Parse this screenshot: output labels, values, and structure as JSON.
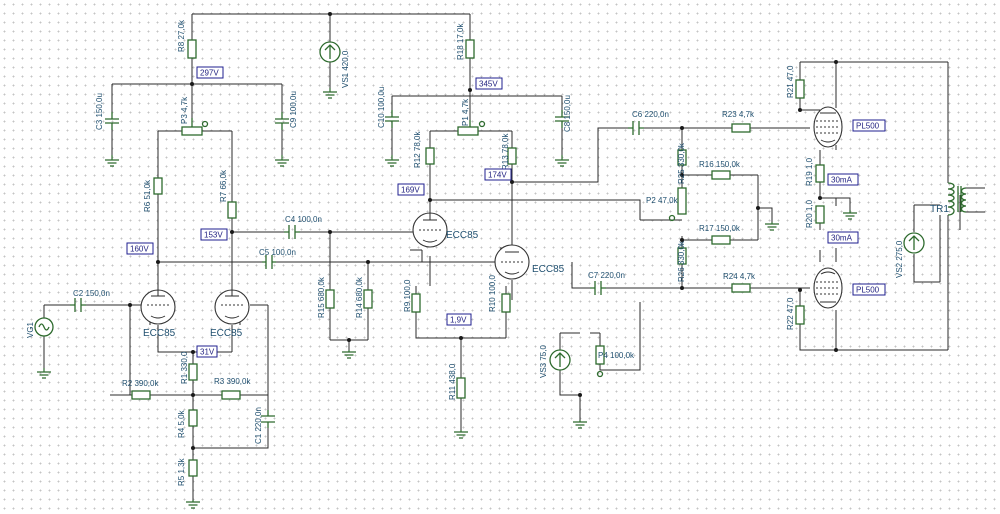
{
  "resistors": {
    "r1": "R1 330,0",
    "r2": "R2 390,0k",
    "r3": "R3 390,0k",
    "r4": "R4 5,0k",
    "r5": "R5 1,3k",
    "r6": "R6 51,0k",
    "r7": "R7 66,0k",
    "r8": "R8 27,0k",
    "r9": "R9 100,0",
    "r10": "R10 100,0",
    "r11": "R11 438,0",
    "r12": "R12 78,0k",
    "r13": "R13 78,0k",
    "r14": "R14 680,0k",
    "r15": "R15 680,0k",
    "r16": "R16 150,0k",
    "r17": "R17 150,0k",
    "r18": "R18 17,0k",
    "r19": "R19 1,0",
    "r20": "R20 1,0",
    "r21": "R21 47,0",
    "r22": "R22 47,0",
    "r23": "R23 4,7k",
    "r24": "R24 4,7k",
    "r25": "R25 330,0k",
    "r26": "R26 330,0k"
  },
  "pots": {
    "p1": "P1 4,7k",
    "p2": "P2 47,0k",
    "p3": "P3 4,7k",
    "p4": "P4 100,0k"
  },
  "capacitors": {
    "c1": "C1 220,0n",
    "c2": "C2 150,0n",
    "c3": "C3 150,0u",
    "c4": "C4 100,0n",
    "c5": "C5 100,0n",
    "c6": "C6 220,0n",
    "c7": "C7 220,0n",
    "c8": "C8 150,0u",
    "c9": "C9 100,0u",
    "c10": "C10 100,0u"
  },
  "sources": {
    "vg1": "VG1",
    "vs1": "VS1 420,0",
    "vs2": "VS2 275,0",
    "vs3": "VS3 75,0"
  },
  "tubes": {
    "t1": "ECC85",
    "t2": "ECC85",
    "t3": "ECC85",
    "t4": "ECC85",
    "t5": "PL500",
    "t6": "PL500"
  },
  "transformer": "TR1",
  "readouts": {
    "v297": "297V",
    "v345": "345V",
    "v169": "169V",
    "v174": "174V",
    "v160": "160V",
    "v153": "153V",
    "v31": "31V",
    "v19": "1,9V",
    "i30a": "30mA",
    "i30b": "30mA"
  }
}
